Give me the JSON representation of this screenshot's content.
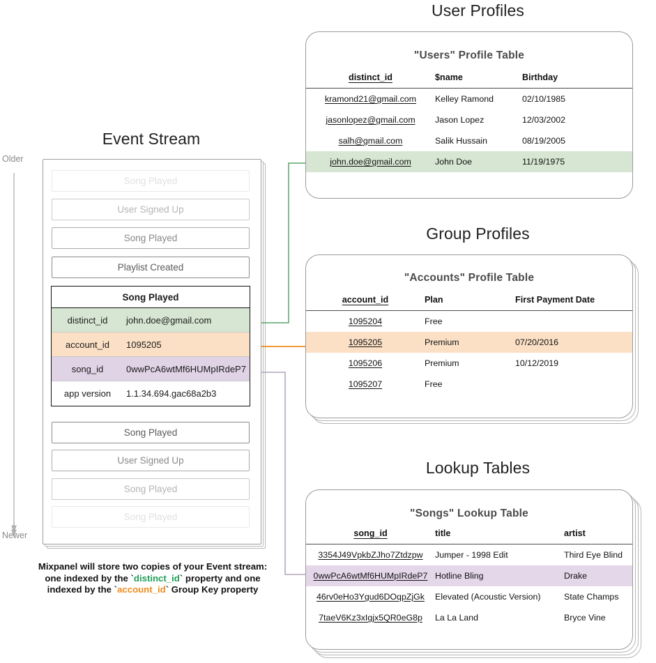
{
  "sections": {
    "user_profiles_title": "User Profiles",
    "group_profiles_title": "Group Profiles",
    "lookup_tables_title": "Lookup Tables",
    "event_stream_title": "Event Stream"
  },
  "timeline": {
    "older_label": "Older",
    "newer_label": "Newer",
    "arrow_icon": "down-arrow-icon"
  },
  "event_stream": {
    "cards": [
      {
        "label": "Song Played",
        "fade": "ev-fade-05"
      },
      {
        "label": "User Signed Up",
        "fade": "ev-fade-1"
      },
      {
        "label": "Song Played",
        "fade": "ev-fade-2"
      },
      {
        "label": "Playlist Created",
        "fade": "ev-full"
      }
    ],
    "cards_after": [
      {
        "label": "Song Played",
        "fade": "ev-full"
      },
      {
        "label": "User Signed Up",
        "fade": "ev-fade-2"
      },
      {
        "label": "Song Played",
        "fade": "ev-fade-1"
      },
      {
        "label": "Song Played",
        "fade": "ev-fade-05"
      }
    ],
    "selected_event": {
      "name": "Song Played",
      "properties": [
        {
          "key": "distinct_id",
          "value": "john.doe@gmail.com",
          "highlight": "row-green"
        },
        {
          "key": "account_id",
          "value": "1095205",
          "highlight": "row-orange"
        },
        {
          "key": "song_id",
          "value": "0wwPcA6wtMf6HUMpIRdeP7",
          "highlight": "row-purple"
        },
        {
          "key": "app version",
          "value": "1.1.34.694.gac68a2b3",
          "highlight": "row-plain"
        }
      ]
    },
    "caption": {
      "line1": "Mixpanel will store two copies of your Event stream:",
      "line2_pre": "one indexed by the `",
      "line2_kw": "distinct_id",
      "line2_post": "` property and one",
      "line3_pre": "indexed by the `",
      "line3_kw": "account_id",
      "line3_post": "` Group Key property"
    }
  },
  "users_table": {
    "title": "\"Users\" Profile Table",
    "columns": [
      "distinct_id",
      "$name",
      "Birthday"
    ],
    "rows": [
      {
        "cells": [
          "kramond21@gmail.com",
          "Kelley Ramond",
          "02/10/1985"
        ],
        "highlight": ""
      },
      {
        "cells": [
          "jasonlopez@gmail.com",
          "Jason Lopez",
          "12/03/2002"
        ],
        "highlight": ""
      },
      {
        "cells": [
          "salh@gmail.com",
          "Salik Hussain",
          "08/19/2005"
        ],
        "highlight": ""
      },
      {
        "cells": [
          "john.doe@gmail.com",
          "John Doe",
          "11/19/1975"
        ],
        "highlight": "hl-green"
      }
    ]
  },
  "accounts_table": {
    "title": "\"Accounts\" Profile Table",
    "columns": [
      "account_id",
      "Plan",
      "First Payment Date"
    ],
    "rows": [
      {
        "cells": [
          "1095204",
          "Free",
          ""
        ],
        "highlight": ""
      },
      {
        "cells": [
          "1095205",
          "Premium",
          "07/20/2016"
        ],
        "highlight": "hl-orange"
      },
      {
        "cells": [
          "1095206",
          "Premium",
          "10/12/2019"
        ],
        "highlight": ""
      },
      {
        "cells": [
          "1095207",
          "Free",
          ""
        ],
        "highlight": ""
      }
    ]
  },
  "songs_table": {
    "title": "\"Songs\" Lookup Table",
    "columns": [
      "song_id",
      "title",
      "artist"
    ],
    "rows": [
      {
        "cells": [
          "3354J49VpkbZJho7Ztdzpw",
          "Jumper - 1998 Edit",
          "Third Eye Blind"
        ],
        "highlight": ""
      },
      {
        "cells": [
          "0wwPcA6wtMf6HUMpIRdeP7",
          "Hotline Bling",
          "Drake"
        ],
        "highlight": "hl-purple"
      },
      {
        "cells": [
          "46rv0eHo3Ygud6DOqpZjGk",
          "Elevated (Acoustic Version)",
          "State Champs"
        ],
        "highlight": ""
      },
      {
        "cells": [
          "7taeV6Kz3xIgjx5QR0eG8p",
          "La La Land",
          "Bryce Vine"
        ],
        "highlight": ""
      }
    ]
  },
  "colors": {
    "green_highlight": "#d6e6d2",
    "orange_highlight": "#fbe0c6",
    "purple_highlight": "#e5d7ea",
    "green_arrow": "#5aa469",
    "orange_arrow": "#f08b1d",
    "purple_arrow": "#a99bb3",
    "card_border": "#9a9a9a",
    "timeline": "#b0b0b0"
  }
}
